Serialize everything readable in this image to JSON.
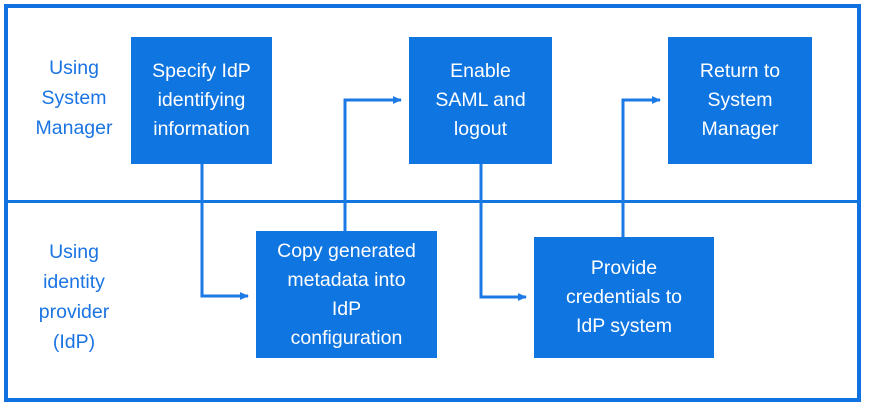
{
  "diagram": {
    "title_text": "",
    "colors": {
      "box_fill": "#0f75e0",
      "box_text": "#ffffff",
      "frame_border": "#0f72e0",
      "lane_divider": "#1275e0",
      "lane_label_text": "#1a74e2",
      "connector": "#1b7ae5",
      "background": "#ffffff"
    },
    "lanes": [
      {
        "id": "using-system-manager",
        "label": "Using\nSystem\nManager"
      },
      {
        "id": "using-identity-provider",
        "label": "Using\nidentity\nprovider\n(IdP)"
      }
    ],
    "boxes": [
      {
        "id": "specify-idp",
        "label": "Specify IdP\nidentifying\ninformation",
        "lane": "using-system-manager"
      },
      {
        "id": "enable-saml",
        "label": "Enable\nSAML and\nlogout",
        "lane": "using-system-manager"
      },
      {
        "id": "return-sm",
        "label": "Return to\nSystem\nManager",
        "lane": "using-system-manager"
      },
      {
        "id": "copy-metadata",
        "label": "Copy generated\nmetadata into\nIdP\nconfiguration",
        "lane": "using-identity-provider"
      },
      {
        "id": "provide-creds",
        "label": "Provide\ncredentials to\nIdP system",
        "lane": "using-identity-provider"
      }
    ],
    "connectors": [
      {
        "id": "specify-idp-to-copy-metadata",
        "from": "specify-idp",
        "to": "copy-metadata",
        "style": "elbow-down-right"
      },
      {
        "id": "copy-metadata-to-enable-saml",
        "from": "copy-metadata",
        "to": "enable-saml",
        "style": "elbow-up-right"
      },
      {
        "id": "enable-saml-to-provide-creds",
        "from": "enable-saml",
        "to": "provide-creds",
        "style": "elbow-down-right"
      },
      {
        "id": "provide-creds-to-return-sm",
        "from": "provide-creds",
        "to": "return-sm",
        "style": "elbow-up-right"
      }
    ]
  }
}
